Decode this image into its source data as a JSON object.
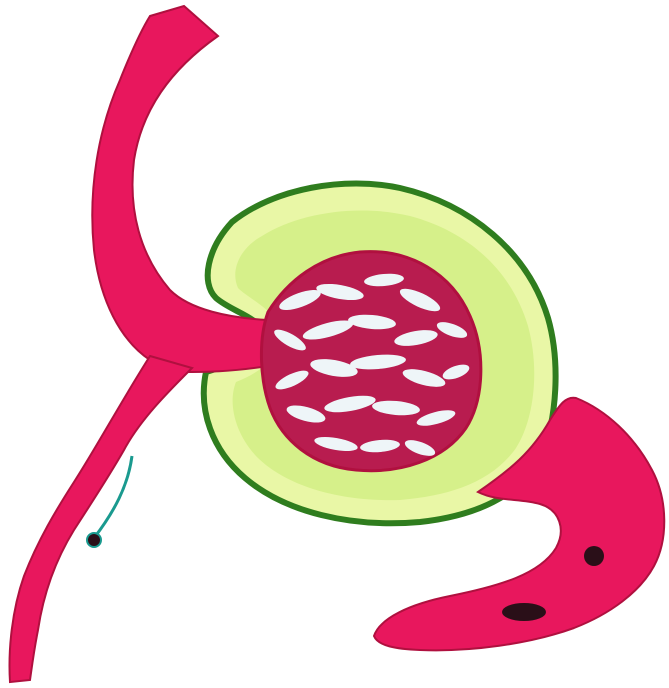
{
  "diagram": {
    "colors": {
      "background": "#ffffff",
      "vessel": "#e8175d",
      "vessel_outline": "#b0103f",
      "capsule_fill": "#e9f7a6",
      "capsule_inner": "#d6f08a",
      "capsule_outline": "#2f7d1e",
      "tuft_fill": "#b81c4f",
      "capillary_gap": "#eef5f8",
      "arrow": "#1a9a8f",
      "nucleus": "#2a0f18"
    },
    "icons": {
      "vessel": "blood-vessel-shape",
      "capsule": "capsule-shape",
      "tuft": "capillary-tuft-shape",
      "arrow": "curved-arrow-icon",
      "nucleus": "cell-nucleus-dot"
    }
  }
}
